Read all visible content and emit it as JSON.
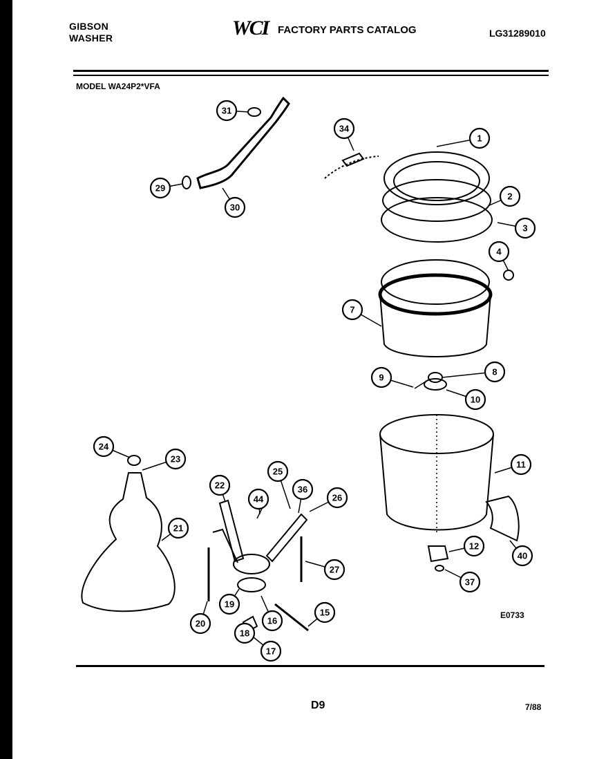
{
  "header": {
    "brand_line1": "GIBSON",
    "brand_line2": "WASHER",
    "logo": "WCI",
    "catalog_title": "FACTORY PARTS CATALOG",
    "catalog_number": "LG31289010",
    "model": "MODEL WA24P2*VFA"
  },
  "diagram": {
    "code": "E0733",
    "callouts": [
      "1",
      "2",
      "3",
      "4",
      "7",
      "8",
      "9",
      "10",
      "11",
      "12",
      "15",
      "16",
      "17",
      "18",
      "19",
      "20",
      "21",
      "22",
      "23",
      "24",
      "25",
      "26",
      "27",
      "29",
      "30",
      "31",
      "34",
      "36",
      "37",
      "40",
      "44"
    ]
  },
  "footer": {
    "page": "D9",
    "date": "7/88"
  }
}
